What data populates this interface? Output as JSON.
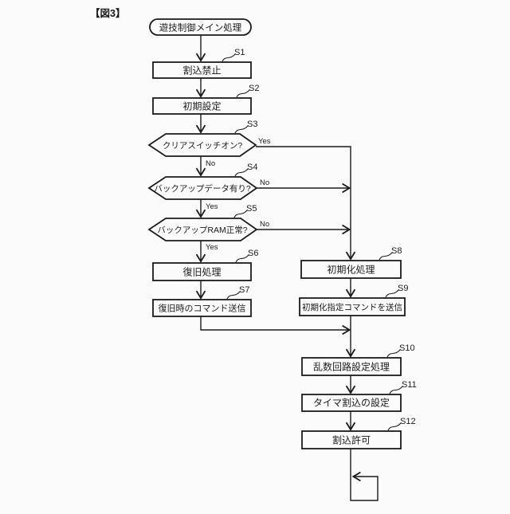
{
  "figure_label": "【図3】",
  "flowchart": {
    "start": {
      "label": "遊技制御メイン処理"
    },
    "steps": [
      {
        "id": "S1",
        "label": "割込禁止",
        "type": "process"
      },
      {
        "id": "S2",
        "label": "初期設定",
        "type": "process"
      },
      {
        "id": "S3",
        "label": "クリアスイッチオン?",
        "type": "decision"
      },
      {
        "id": "S4",
        "label": "バックアップデータ有り?",
        "type": "decision"
      },
      {
        "id": "S5",
        "label": "バックアップRAM正常?",
        "type": "decision"
      },
      {
        "id": "S6",
        "label": "復旧処理",
        "type": "process"
      },
      {
        "id": "S7",
        "label": "復旧時のコマンド送信",
        "type": "process"
      },
      {
        "id": "S8",
        "label": "初期化処理",
        "type": "process"
      },
      {
        "id": "S9",
        "label": "初期化指定コマンドを送信",
        "type": "process"
      },
      {
        "id": "S10",
        "label": "乱数回路設定処理",
        "type": "process"
      },
      {
        "id": "S11",
        "label": "タイマ割込の設定",
        "type": "process"
      },
      {
        "id": "S12",
        "label": "割込許可",
        "type": "process"
      }
    ],
    "branch_labels": {
      "yes": "Yes",
      "no": "No"
    },
    "colors": {
      "line": "#1b1b1b",
      "background": "#fbfbfb"
    }
  }
}
